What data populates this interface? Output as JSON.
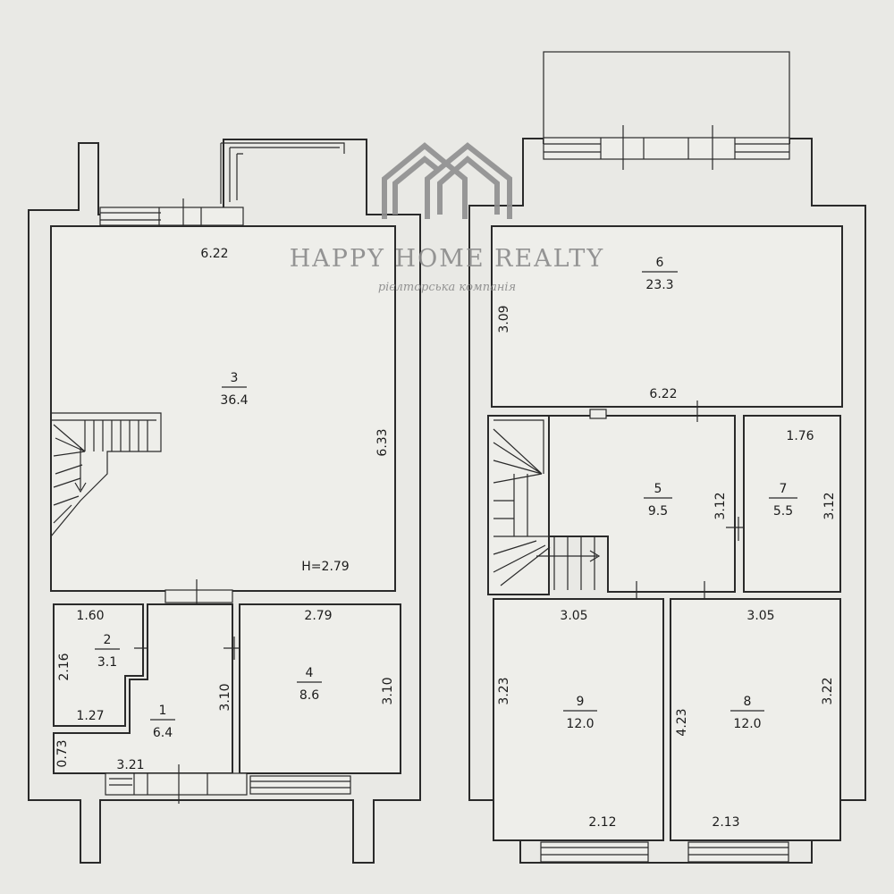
{
  "watermark": {
    "title": "HAPPY HOME REALTY",
    "subtitle": "рієлторська компанія"
  },
  "rooms": [
    {
      "id": "3",
      "area": "36.4"
    },
    {
      "id": "2",
      "area": "3.1"
    },
    {
      "id": "1",
      "area": "6.4"
    },
    {
      "id": "4",
      "area": "8.6"
    },
    {
      "id": "6",
      "area": "23.3"
    },
    {
      "id": "5",
      "area": "9.5"
    },
    {
      "id": "7",
      "area": "5.5"
    },
    {
      "id": "9",
      "area": "12.0"
    },
    {
      "id": "8",
      "area": "12.0"
    }
  ],
  "dimensions": {
    "r3_width": "6.22",
    "r3_height": "6.33",
    "ceiling": "H=2.79",
    "r2_width": "1.60",
    "r2_height": "2.16",
    "r2_bottom": "1.27",
    "r1_side": "3.10",
    "r1_small": "0.73",
    "r1_bottom": "3.21",
    "r4_width": "2.79",
    "r4_height": "3.10",
    "r6_height": "3.09",
    "r6_width": "6.22",
    "r5_side": "3.12",
    "r7_width": "1.76",
    "r7_height": "3.12",
    "r9_width": "3.05",
    "r9_height": "3.23",
    "r9_bottom": "2.12",
    "r8_width": "3.05",
    "r8_left": "4.23",
    "r8_height": "3.22",
    "r8_bottom": "2.13"
  }
}
